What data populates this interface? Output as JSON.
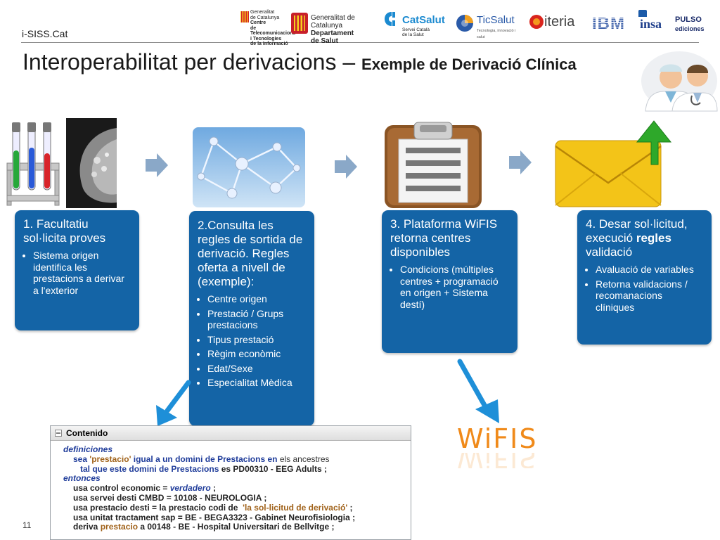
{
  "header": {
    "label": "i-SISS.Cat",
    "page_number": "11"
  },
  "title": {
    "main": "Interoperabilitat per derivacions – ",
    "sub": "Exemple de Derivació Clínica"
  },
  "logos": {
    "gencat_ctti": [
      "Generalitat",
      "de Catalunya",
      "Centre",
      "de Telecomunicacions",
      "i Tecnologies",
      "de la Informació"
    ],
    "gencat_salut": [
      "Generalitat de Catalunya",
      "Departament",
      "de Salut"
    ],
    "catsalut": {
      "name": "CatSalut",
      "sub1": "Servei Català",
      "sub2": "de la Salut"
    },
    "ticsalut": {
      "name": "TicSalut",
      "sub": "Tecnologia, innovació i salut"
    },
    "iteria": "iteria",
    "ibm": "IBM",
    "insa": "insa",
    "pulso": [
      "PULSO",
      "ediciones"
    ]
  },
  "steps": [
    {
      "heading": "1. Facultatiu sol·licita proves",
      "bullets": [
        "Sistema origen identifica les prestacions a derivar a l'exterior"
      ]
    },
    {
      "heading": "2.Consulta les regles de sortida de derivació. Regles oferta a nivell de (exemple):",
      "bullets": [
        "Centre origen",
        "Prestació / Grups prestacions",
        "Tipus prestació",
        "Règim econòmic",
        "Edat/Sexe",
        "Especialitat Mèdica"
      ]
    },
    {
      "heading": "3. Plataforma WiFIS retorna centres disponibles",
      "bullets": [
        "Condicions (múltiples centres + programació en origen + Sistema destí)"
      ]
    },
    {
      "heading_a": "4. Desar sol·licitud, execució ",
      "heading_bold": "regles",
      "heading_b": " validació",
      "bullets": [
        "Avaluació de variables",
        "Retorna validacions / recomanacions clíniques"
      ]
    }
  ],
  "wifis": {
    "logo": "WiFIS"
  },
  "code_panel": {
    "title": "Contenido",
    "lines": [
      {
        "a": "definiciones"
      },
      {
        "a": "sea ",
        "s1": "'prestacio'",
        "b": " igual a un domini de Prestacions en ",
        "c": "els ancestres"
      },
      {
        "a": "tal que este domini de Prestacions ",
        "b": "es PD00310 - EEG Adults ;"
      },
      {
        "a": "entonces"
      },
      {
        "a": "usa control economic = ",
        "r": "verdadero",
        "b": " ;"
      },
      {
        "a": "usa servei desti CMBD = 10108 - NEUROLOGIA ;"
      },
      {
        "a": "usa prestacio desti = la prestacio codi de  ",
        "s1": "'la sol-licitud de derivació'",
        "b": " ;"
      },
      {
        "a": "usa unitat tractament sap = BE - BEGA3323 - Gabinet Neurofisiologia ;"
      },
      {
        "a": "deriva ",
        "s1": "prestacio",
        "b": " a 00148 - BE - Hospital Universitari de Bellvitge ;"
      }
    ]
  },
  "colors": {
    "box_blue": "#1464a6",
    "arrow_blue": "#1e8fd8",
    "arrow_grey": "#8aa8c8"
  }
}
